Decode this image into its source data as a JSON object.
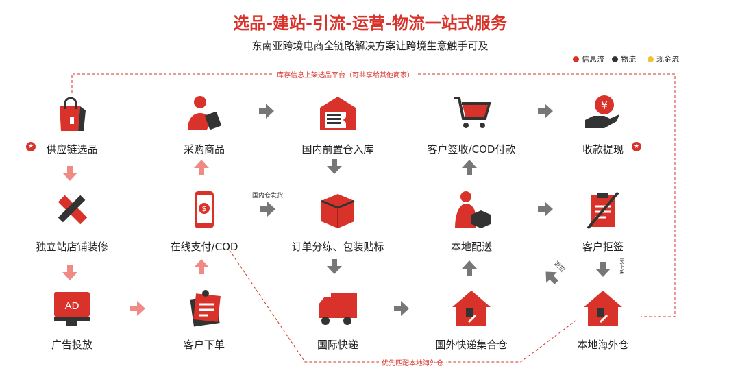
{
  "title": "选品-建站-引流-运营-物流一站式服务",
  "subtitle": "东南亚跨境电商全链路解决方案让跨境生意触手可及",
  "legend": [
    {
      "label": "信息流",
      "color": "#d9322a"
    },
    {
      "label": "物流",
      "color": "#333333"
    },
    {
      "label": "现金流",
      "color": "#f2c12e"
    }
  ],
  "top_loop_label": "库存信息上架选品平台（可共享给其他商家）",
  "bottom_loop_label": "优先匹配本地海外仓",
  "nodes": {
    "n1": "供应链选品",
    "n2": "采购商品",
    "n3": "国内前置仓入库",
    "n4": "客户签收/COD付款",
    "n5": "收款提现",
    "n6": "独立站店铺装修",
    "n7": "在线支付/COD",
    "n8": "订单分练、包装贴标",
    "n9": "本地配送",
    "n10": "客户拒签",
    "n11": "广告投放",
    "n12": "客户下单",
    "n13": "国际快递",
    "n14": "国外快递集合仓",
    "n15": "本地海外仓"
  },
  "annotations": {
    "domestic_ship": "国内仓发货",
    "return": "退货",
    "relist": "二次上架",
    "ad": "AD",
    "yen": "¥",
    "dollar": "$"
  },
  "colors": {
    "red": "#d9322a",
    "dark": "#333333",
    "arrow_gray": "#777777",
    "arrow_red": "#f08a84"
  }
}
